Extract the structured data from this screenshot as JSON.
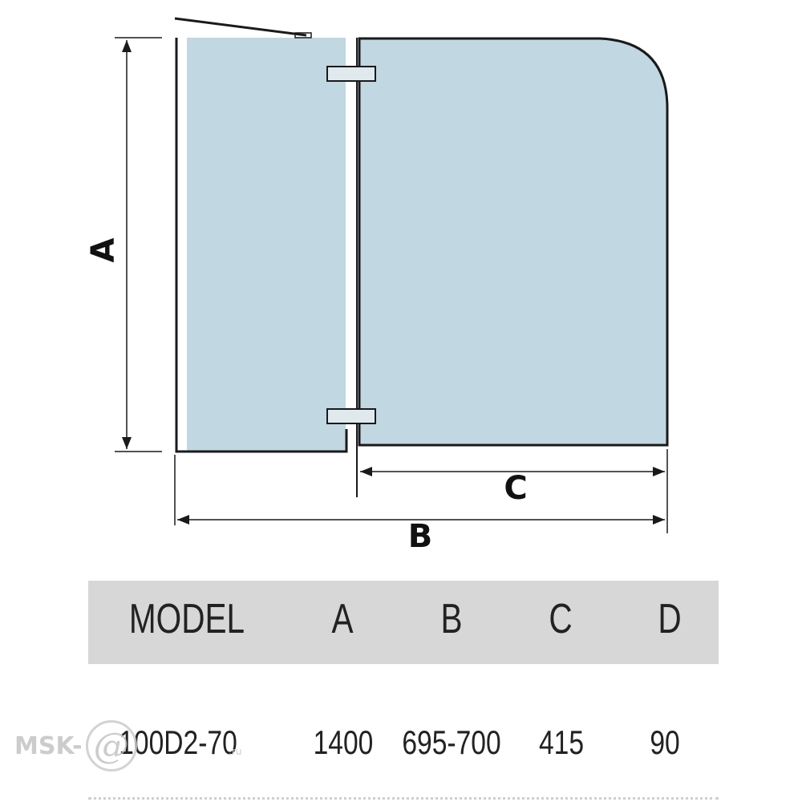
{
  "diagram": {
    "dimension_labels": {
      "a": "A",
      "b": "B",
      "c": "C"
    },
    "colors": {
      "glass": "#c1d7e1",
      "outline": "#1a1a1a",
      "table_header_bg": "#d7d7d7",
      "table_text": "#222222",
      "watermark": "#c4c4c4"
    }
  },
  "table": {
    "headers": [
      "MODEL",
      "A",
      "B",
      "C",
      "D"
    ],
    "rows": [
      [
        "100D2-70",
        "1400",
        "695-700",
        "415",
        "90"
      ]
    ]
  },
  "watermark": {
    "prefix": "MSK-",
    "symbol": "@",
    "suffix": ".ru"
  }
}
